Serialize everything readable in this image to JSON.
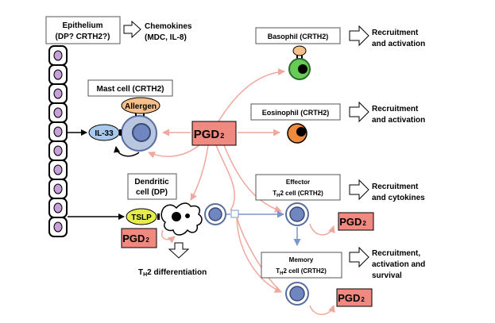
{
  "labels": {
    "epithelium_line1": "Epithelium",
    "epithelium_line2": "(DP? CRTH2?)",
    "chemokines_line1": "Chemokines",
    "chemokines_line2": "(MDC, IL-8)",
    "basophil": "Basophil  (CRTH2)",
    "eosinophil": "Eosinophil  (CRTH2)",
    "mast_cell": "Mast cell (CRTH2)",
    "allergen": "Allergen",
    "il33": "IL-33",
    "pgd2_main": "PGD",
    "pgd2_sub": "2",
    "dendritic_line1": "Dendritic",
    "dendritic_line2": "cell (DP)",
    "tslp": "TSLP",
    "th2_diff_prefix": "T",
    "th2_diff_sub": "H",
    "th2_diff_suffix": "2 differentiation",
    "effector_line1": "Effector",
    "effector_line2_prefix": "T",
    "effector_line2_sub": "H",
    "effector_line2_suffix": "2 cell (CRTH2)",
    "memory_line1": "Memory",
    "memory_line2_prefix": "T",
    "memory_line2_sub": "H",
    "memory_line2_suffix": "2 cell (CRTH2)",
    "basophil_outcome_line1": "Recruitment",
    "basophil_outcome_line2": "and activation",
    "eosinophil_outcome_line1": "Recruitment",
    "eosinophil_outcome_line2": "and activation",
    "effector_outcome_line1": "Recruitment",
    "effector_outcome_line2": "and cytokines",
    "memory_outcome_line1": "Recruitment,",
    "memory_outcome_line2": "activation and",
    "memory_outcome_line3": "survival"
  },
  "colors": {
    "pgd2_fill": "#f08a80",
    "pgd2_arrow": "#f0a89e",
    "mast_cell_fill": "#b9c6e0",
    "cell_outline": "#5a6ea0",
    "nucleus_fill": "#6f86c0",
    "allergen_fill": "#f6c08a",
    "il33_fill": "#a8c8ec",
    "tslp_fill": "#e6ec4a",
    "basophil_fill": "#66cc55",
    "eosinophil_fill": "#f08a3c",
    "epithelial_nucleus": "#c8a0d8",
    "tcell_arrow": "#7b96c8"
  }
}
